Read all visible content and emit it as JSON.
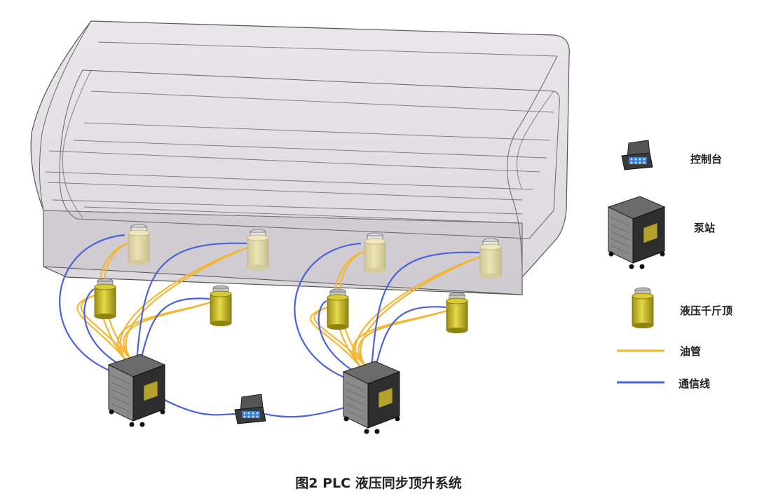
{
  "legend": {
    "console": "控制台",
    "pump_station": "泵站",
    "hydraulic_jack": "液压千斤顶",
    "oil_pipe": "油管",
    "signal_line": "通信线"
  },
  "caption": "图2  PLC 液压同步顶升系统",
  "colors": {
    "oil_pipe": "#f2b632",
    "signal_line": "#4a63d8",
    "jack_body": "#cfc63a",
    "tunnel_fill": "#c9c4ca",
    "pump_frame": "#333333"
  }
}
